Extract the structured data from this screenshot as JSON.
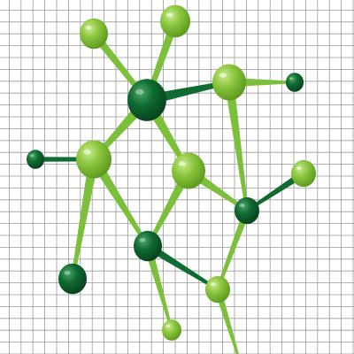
{
  "colors": {
    "background": "#ffffff",
    "grid_line": "#9a9a9a",
    "light_green": "#8cc63f",
    "light_green_dark": "#5e9a1e",
    "light_green_highlight": "#c9ec8e",
    "dark_green": "#0f6b32",
    "dark_green_deep": "#08421e",
    "dark_green_highlight": "#4fa86a",
    "bond_light": "#7cbf3a",
    "bond_dark": "#0f6b32"
  },
  "diagram": {
    "type": "molecule-network",
    "background": "square-grid",
    "atoms": [
      {
        "id": "a1",
        "tone": "light"
      },
      {
        "id": "a2",
        "tone": "light"
      },
      {
        "id": "a3",
        "tone": "dark"
      },
      {
        "id": "a4",
        "tone": "light"
      },
      {
        "id": "a5",
        "tone": "dark"
      },
      {
        "id": "a6",
        "tone": "dark"
      },
      {
        "id": "a7",
        "tone": "light"
      },
      {
        "id": "a8",
        "tone": "light"
      },
      {
        "id": "a9",
        "tone": "light"
      },
      {
        "id": "a10",
        "tone": "dark"
      },
      {
        "id": "a11",
        "tone": "dark"
      },
      {
        "id": "a12",
        "tone": "dark"
      },
      {
        "id": "a13",
        "tone": "light"
      },
      {
        "id": "a14",
        "tone": "light"
      }
    ],
    "bonds": [
      {
        "from": "a1",
        "to": "a3",
        "tone": "light"
      },
      {
        "from": "a2",
        "to": "a3",
        "tone": "light"
      },
      {
        "from": "a3",
        "to": "a4",
        "tone": "dark"
      },
      {
        "from": "a4",
        "to": "a5",
        "tone": "light"
      },
      {
        "from": "a3",
        "to": "a7",
        "tone": "light"
      },
      {
        "from": "a3",
        "to": "a8",
        "tone": "light"
      },
      {
        "from": "a6",
        "to": "a7",
        "tone": "dark"
      },
      {
        "from": "a7",
        "to": "a11",
        "tone": "light"
      },
      {
        "from": "a7",
        "to": "a12",
        "tone": "light"
      },
      {
        "from": "a8",
        "to": "a11",
        "tone": "light"
      },
      {
        "from": "a8",
        "to": "a10",
        "tone": "light"
      },
      {
        "from": "a4",
        "to": "a10",
        "tone": "light"
      },
      {
        "from": "a9",
        "to": "a10",
        "tone": "dark"
      },
      {
        "from": "a10",
        "to": "a13",
        "tone": "light"
      },
      {
        "from": "a11",
        "to": "a13",
        "tone": "dark"
      },
      {
        "from": "a11",
        "to": "a14",
        "tone": "light"
      },
      {
        "from": "a13",
        "to": "a13x",
        "tone": "light"
      }
    ]
  }
}
